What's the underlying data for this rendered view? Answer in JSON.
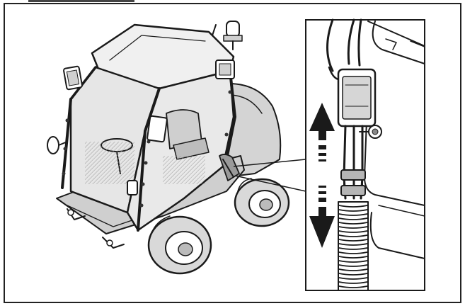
{
  "figure": {
    "colors": {
      "ink": "#1a1a1a",
      "paper": "#ffffff",
      "cab_glass": "#e4e4e4",
      "body_gray": "#cfcfcf",
      "tire_gray": "#d9d9d9",
      "border": "#222222"
    },
    "parts": {
      "vehicle": "compact-utility-tractor-with-cab",
      "detail": "cable-harness-inset",
      "arrow": "up-down-double-arrow"
    }
  }
}
